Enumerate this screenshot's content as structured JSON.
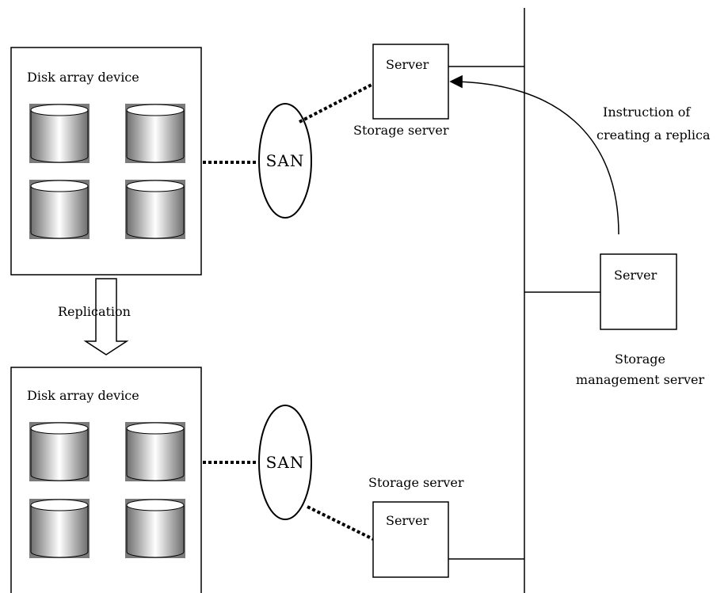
{
  "top_disk_array": {
    "label": "Disk array device"
  },
  "bottom_disk_array": {
    "label": "Disk array device"
  },
  "san_top": {
    "label": "SAN"
  },
  "san_bottom": {
    "label": "SAN"
  },
  "top_server": {
    "box_label": "Server",
    "caption": "Storage server"
  },
  "bottom_server": {
    "box_label": "Server",
    "caption": "Storage server"
  },
  "management_server": {
    "box_label": "Server",
    "caption_line1": "Storage",
    "caption_line2": "management server"
  },
  "replication": {
    "label": "Replication"
  },
  "instruction": {
    "line1": "Instruction of",
    "line2": "creating a replica"
  }
}
